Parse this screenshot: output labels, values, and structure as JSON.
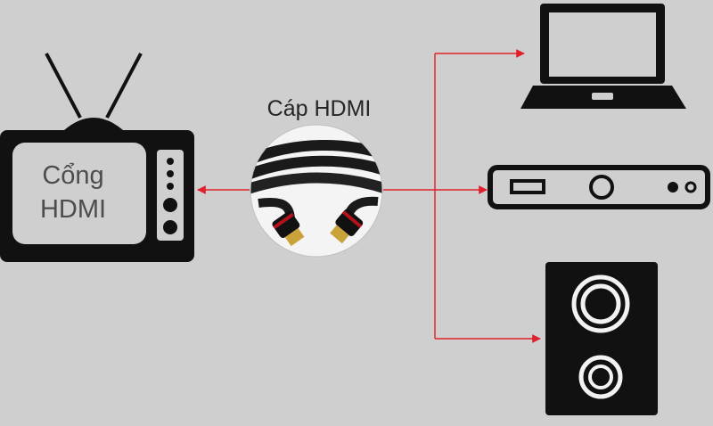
{
  "tv": {
    "label_line1": "Cổng",
    "label_line2": "HDMI"
  },
  "cable": {
    "label": "Cáp HDMI"
  },
  "devices": [
    "laptop-icon",
    "set-top-box-icon",
    "speaker-icon"
  ],
  "colors": {
    "background": "#cfcfcf",
    "device": "#111111",
    "connector_line": "#e0202a"
  }
}
